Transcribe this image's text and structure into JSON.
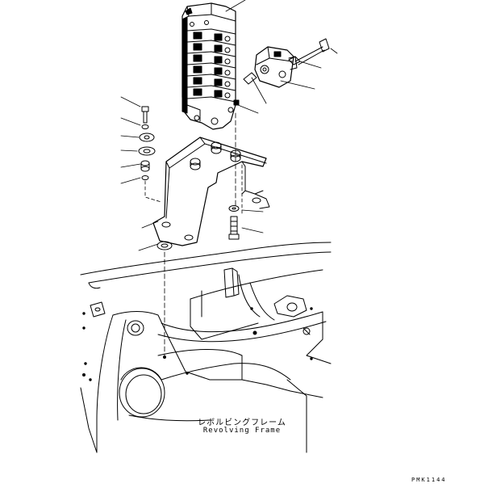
{
  "caption": {
    "japanese": "レボルビングフレーム",
    "english": "Revolving Frame"
  },
  "drawing_code": "PMK1144",
  "colors": {
    "line": "#000000",
    "background": "#ffffff"
  }
}
